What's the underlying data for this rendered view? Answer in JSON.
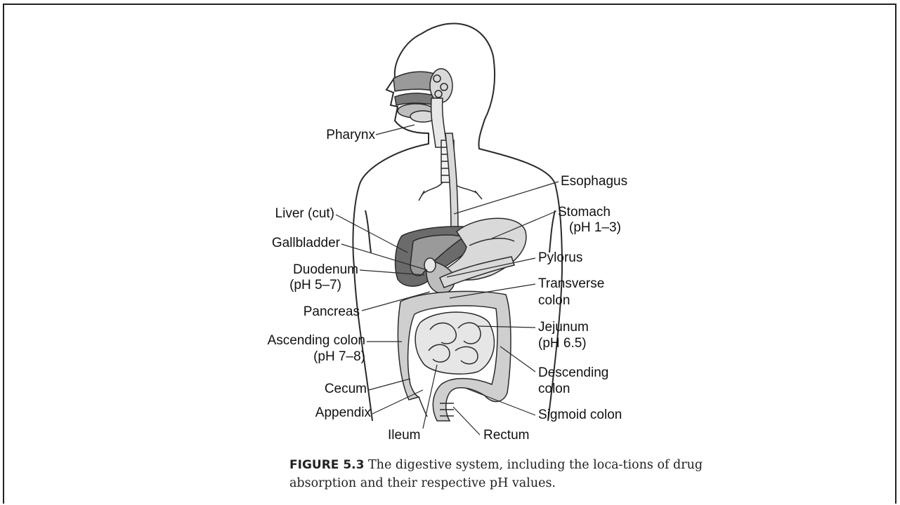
{
  "labels": {
    "pharynx": "Pharynx",
    "esophagus": "Esophagus",
    "liver": "Liver (cut)",
    "stomach": "Stomach",
    "stomach_ph": "(pH 1–3)",
    "gallbladder": "Gallbladder",
    "pylorus": "Pylorus",
    "duodenum": "Duodenum",
    "duodenum_ph": "(pH 5–7)",
    "transverse_colon": "Transverse",
    "transverse_colon_2": "colon",
    "pancreas": "Pancreas",
    "jejunum": "Jejunum",
    "jejunum_ph": "(pH 6.5)",
    "ascending_colon": "Ascending colon",
    "ascending_colon_ph": "(pH 7–8)",
    "descending_colon": "Descending",
    "descending_colon_2": "colon",
    "cecum": "Cecum",
    "sigmoid_colon": "Sigmoid colon",
    "appendix": "Appendix",
    "ileum": "Ileum",
    "rectum": "Rectum"
  },
  "caption": {
    "figure_label": "FIGURE 5.3",
    "text": " The digestive system, including the loca-tions of drug absorption and their respective pH values."
  },
  "colors": {
    "outline": "#2a2a2a",
    "liver": "#6b6b6b",
    "organ_light": "#d9d9d9",
    "organ_mid": "#bdbdbd"
  }
}
